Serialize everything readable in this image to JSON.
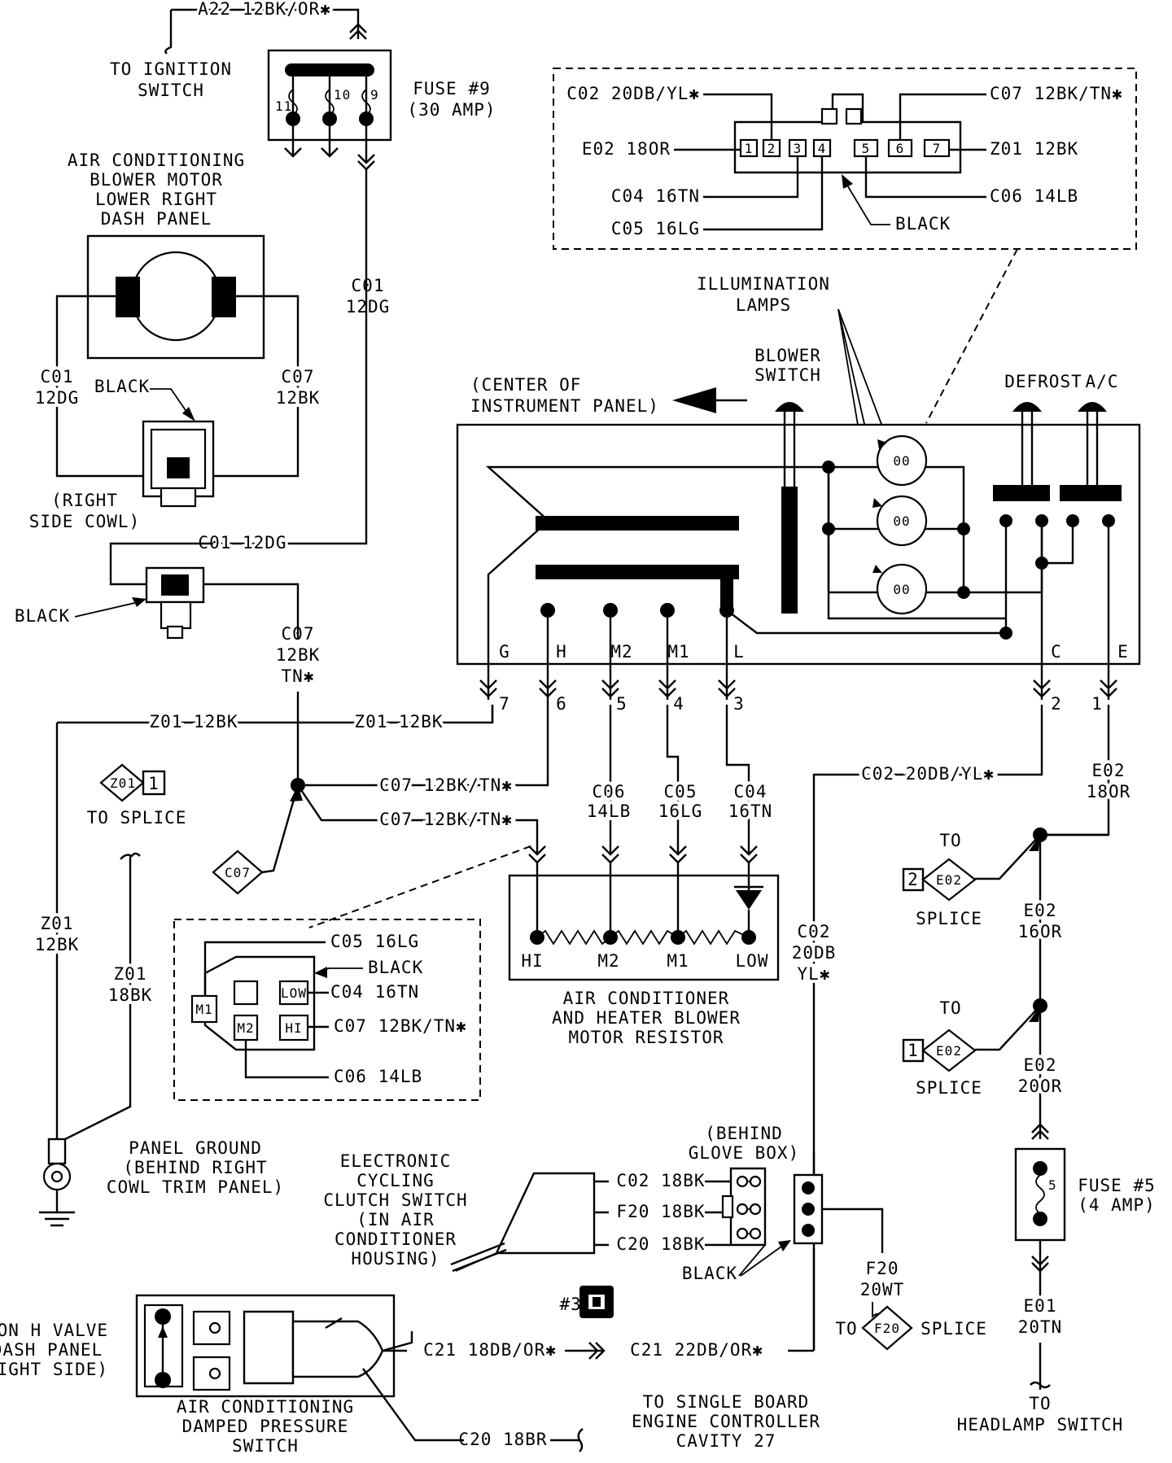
{
  "ignition": {
    "wire": "A22 12BK/OR✱",
    "to1": "TO IGNITION",
    "to2": "SWITCH"
  },
  "fuse9": {
    "title1": "FUSE #9",
    "title2": "(30 AMP)",
    "p11": "11",
    "p10": "10",
    "p9": "9"
  },
  "blower_motor": {
    "l1": "AIR CONDITIONING",
    "l2": "BLOWER MOTOR",
    "l3": "LOWER RIGHT",
    "l4": "DASH PANEL"
  },
  "wires": {
    "c01_a": "C01",
    "c01_b": "12DG",
    "c07_a": "C07",
    "c07_b": "12BK",
    "c01_c01": "C01",
    "c01_c02": "12DG",
    "c01_12dg": "C01 12DG",
    "c07_v1": "C07",
    "c07_v2": "12BK",
    "c07_v3": "TN✱",
    "z01_12bk_left": "Z01 12BK",
    "z01_12bk_right": "Z01 12BK",
    "c07_tn_1": "C07 12BK/TN✱",
    "c07_tn_2": "C07 12BK/TN✱",
    "c06_a": "C06",
    "c06_b": "14LB",
    "c05_a": "C05",
    "c05_b": "16LG",
    "c04_a": "C04",
    "c04_b": "16TN",
    "c02_top": "C02 20DB/YL✱",
    "e02_a": "E02",
    "e02_b": "18OR",
    "z01_v_a": "Z01",
    "z01_v_b": "12BK",
    "z01_18_a": "Z01",
    "z01_18_b": "18BK",
    "c02_v_a": "C02",
    "c02_v_b": "20DB",
    "c02_v_c": "YL✱",
    "e02_16_a": "E02",
    "e02_16_b": "16OR",
    "e02_20_a": "E02",
    "e02_20_b": "20OR",
    "e01_a": "E01",
    "e01_b": "20TN",
    "f20_a": "F20",
    "f20_b": "20WT",
    "c21_left": "C21 18DB/OR✱",
    "c21_right": "C21 22DB/OR✱",
    "c20_18br": "C20 18BR"
  },
  "right_cowl": {
    "black": "BLACK",
    "l1": "(RIGHT",
    "l2": "SIDE COWL)"
  },
  "black_conn": "BLACK",
  "splice_z01": {
    "id": "Z01",
    "num": "1",
    "label": "TO SPLICE"
  },
  "splice_c07": "C07",
  "connector_top": {
    "c02": "C02 20DB/YL✱",
    "e02": "E02 18OR",
    "c04": "C04 16TN",
    "c05": "C05 16LG",
    "c07": "C07 12BK/TN✱",
    "z01": "Z01 12BK",
    "c06": "C06 14LB",
    "black": "BLACK",
    "pins": [
      "1",
      "2",
      "3",
      "4",
      "5",
      "6",
      "7"
    ]
  },
  "panel": {
    "illum1": "ILLUMINATION",
    "illum2": "LAMPS",
    "blower1": "BLOWER",
    "blower2": "SWITCH",
    "center1": "(CENTER OF",
    "center2": "INSTRUMENT PANEL)",
    "defrost": "DEFROST",
    "ac": "A/C",
    "bulb": "00",
    "terms": [
      "G",
      "H",
      "M2",
      "M1",
      "L",
      "C",
      "E"
    ],
    "cav": [
      "7",
      "6",
      "5",
      "4",
      "3",
      "2",
      "1"
    ]
  },
  "resistor": {
    "hi": "HI",
    "m2": "M2",
    "m1": "M1",
    "low": "LOW",
    "t1": "AIR CONDITIONER",
    "t2": "AND HEATER BLOWER",
    "t3": "MOTOR RESISTOR"
  },
  "res_conn": {
    "c05": "C05 16LG",
    "black": "BLACK",
    "c04": "C04 16TN",
    "c07": "C07 12BK/TN✱",
    "c06": "C06 14LB",
    "m1": "M1",
    "low": "LOW",
    "m2": "M2",
    "hi": "HI"
  },
  "ground": {
    "l1": "PANEL GROUND",
    "l2": "(BEHIND RIGHT",
    "l3": "COWL TRIM PANEL)"
  },
  "splice_e02_2": {
    "to": "TO",
    "num": "2",
    "id": "E02",
    "label": "SPLICE"
  },
  "splice_e02_1": {
    "to": "TO",
    "num": "1",
    "id": "E02",
    "label": "SPLICE"
  },
  "fuse5": {
    "pin": "5",
    "l1": "FUSE #5",
    "l2": "(4 AMP)"
  },
  "headlamp": {
    "to": "TO",
    "label": "HEADLAMP SWITCH"
  },
  "glovebox": {
    "l1": "(BEHIND",
    "l2": "GLOVE BOX)",
    "black": "BLACK"
  },
  "clutch": {
    "l1": "ELECTRONIC",
    "l2": "CYCLING",
    "l3": "CLUTCH SWITCH",
    "l4": "(IN AIR",
    "l5": "CONDITIONER",
    "l6": "HOUSING)",
    "w1": "C02 18BK",
    "w2": "F20 18BK",
    "w3": "C20 18BK"
  },
  "splice_f20": {
    "to": "TO",
    "id": "F20",
    "label": "SPLICE"
  },
  "conn37": "#37",
  "dps": {
    "loc1": "(ON H VALVE",
    "loc2": "DASH PANEL",
    "loc3": "RIGHT SIDE)",
    "t1": "AIR CONDITIONING",
    "t2": "DAMPED PRESSURE",
    "t3": "SWITCH"
  },
  "sbec": {
    "l1": "TO SINGLE BOARD",
    "l2": "ENGINE CONTROLLER",
    "l3": "CAVITY 27"
  }
}
